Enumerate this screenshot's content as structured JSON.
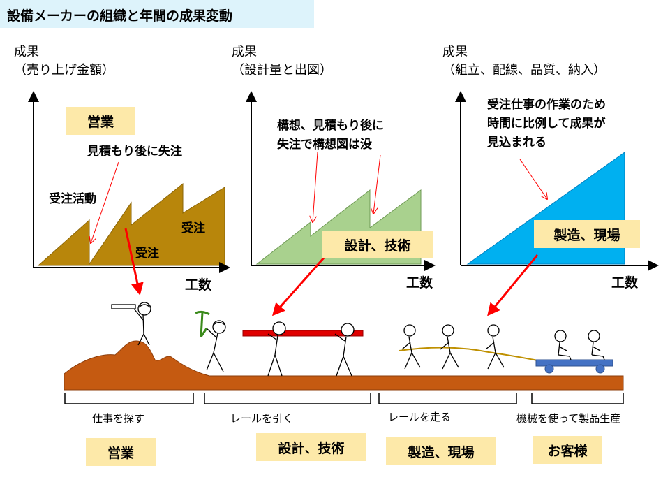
{
  "title": "設備メーカーの組織と年間の成果変動",
  "charts": {
    "sales": {
      "ylabel_line1": "成果",
      "ylabel_line2": "（売り上げ金額）",
      "xlabel": "工数",
      "callout": "営業",
      "note_estimate": "見積もり後に失注",
      "note_activity": "受注活動",
      "label_order1": "受注",
      "label_order2": "受注",
      "fill_color": "#b8860b"
    },
    "design": {
      "ylabel_line1": "成果",
      "ylabel_line2": "（設計量と出図）",
      "xlabel": "工数",
      "note_line1": "構想、見積もり後に",
      "note_line2": "失注で構想図は没",
      "callout": "設計、技術",
      "fill_color": "#a9d18e"
    },
    "production": {
      "ylabel_line1": "成果",
      "ylabel_line2": "（組立、配線、品質、納入）",
      "xlabel": "工数",
      "note_line1": "受注仕事の作業のため",
      "note_line2": "時間に比例して成果が",
      "note_line3": "見込まれる",
      "callout": "製造、現場",
      "fill_color": "#00b0f0"
    }
  },
  "bottom": {
    "segments": [
      {
        "label": "仕事を探す",
        "role": "営業"
      },
      {
        "label": "レールを引く",
        "role": "設計、技術"
      },
      {
        "label": "レールを走る",
        "role": "製造、現場"
      },
      {
        "label": "機械を使って製品生産",
        "role": "お客様"
      }
    ]
  },
  "colors": {
    "arrow": "#ff0000",
    "ground": "#c55a11",
    "rail": "#e00000",
    "cart": "#4472c4",
    "rope": "#bf9000",
    "callout_bg": "#fde9a9",
    "title_bg": "#ddf3fb"
  }
}
